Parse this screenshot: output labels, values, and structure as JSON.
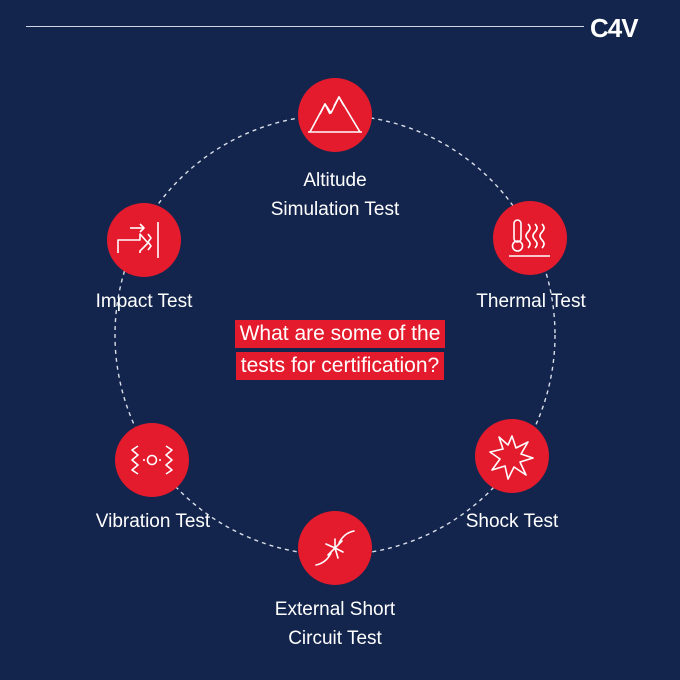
{
  "brand": {
    "logo_text": "C4V"
  },
  "center": {
    "line1": "What are some of the",
    "line2": "tests for certification?"
  },
  "nodes": [
    {
      "label_line1": "Altitude",
      "label_line2": "Simulation Test",
      "icon": "mountain-icon"
    },
    {
      "label_line1": "Thermal Test",
      "label_line2": "",
      "icon": "thermometer-heat-icon"
    },
    {
      "label_line1": "Shock Test",
      "label_line2": "",
      "icon": "burst-icon"
    },
    {
      "label_line1": "External Short",
      "label_line2": "Circuit Test",
      "icon": "short-circuit-icon"
    },
    {
      "label_line1": "Vibration Test",
      "label_line2": "",
      "icon": "vibration-icon"
    },
    {
      "label_line1": "Impact Test",
      "label_line2": "",
      "icon": "impact-icon"
    }
  ],
  "colors": {
    "background": "#13254c",
    "accent": "#e31b2d",
    "text": "#ffffff",
    "ring": "#d9dee8"
  }
}
